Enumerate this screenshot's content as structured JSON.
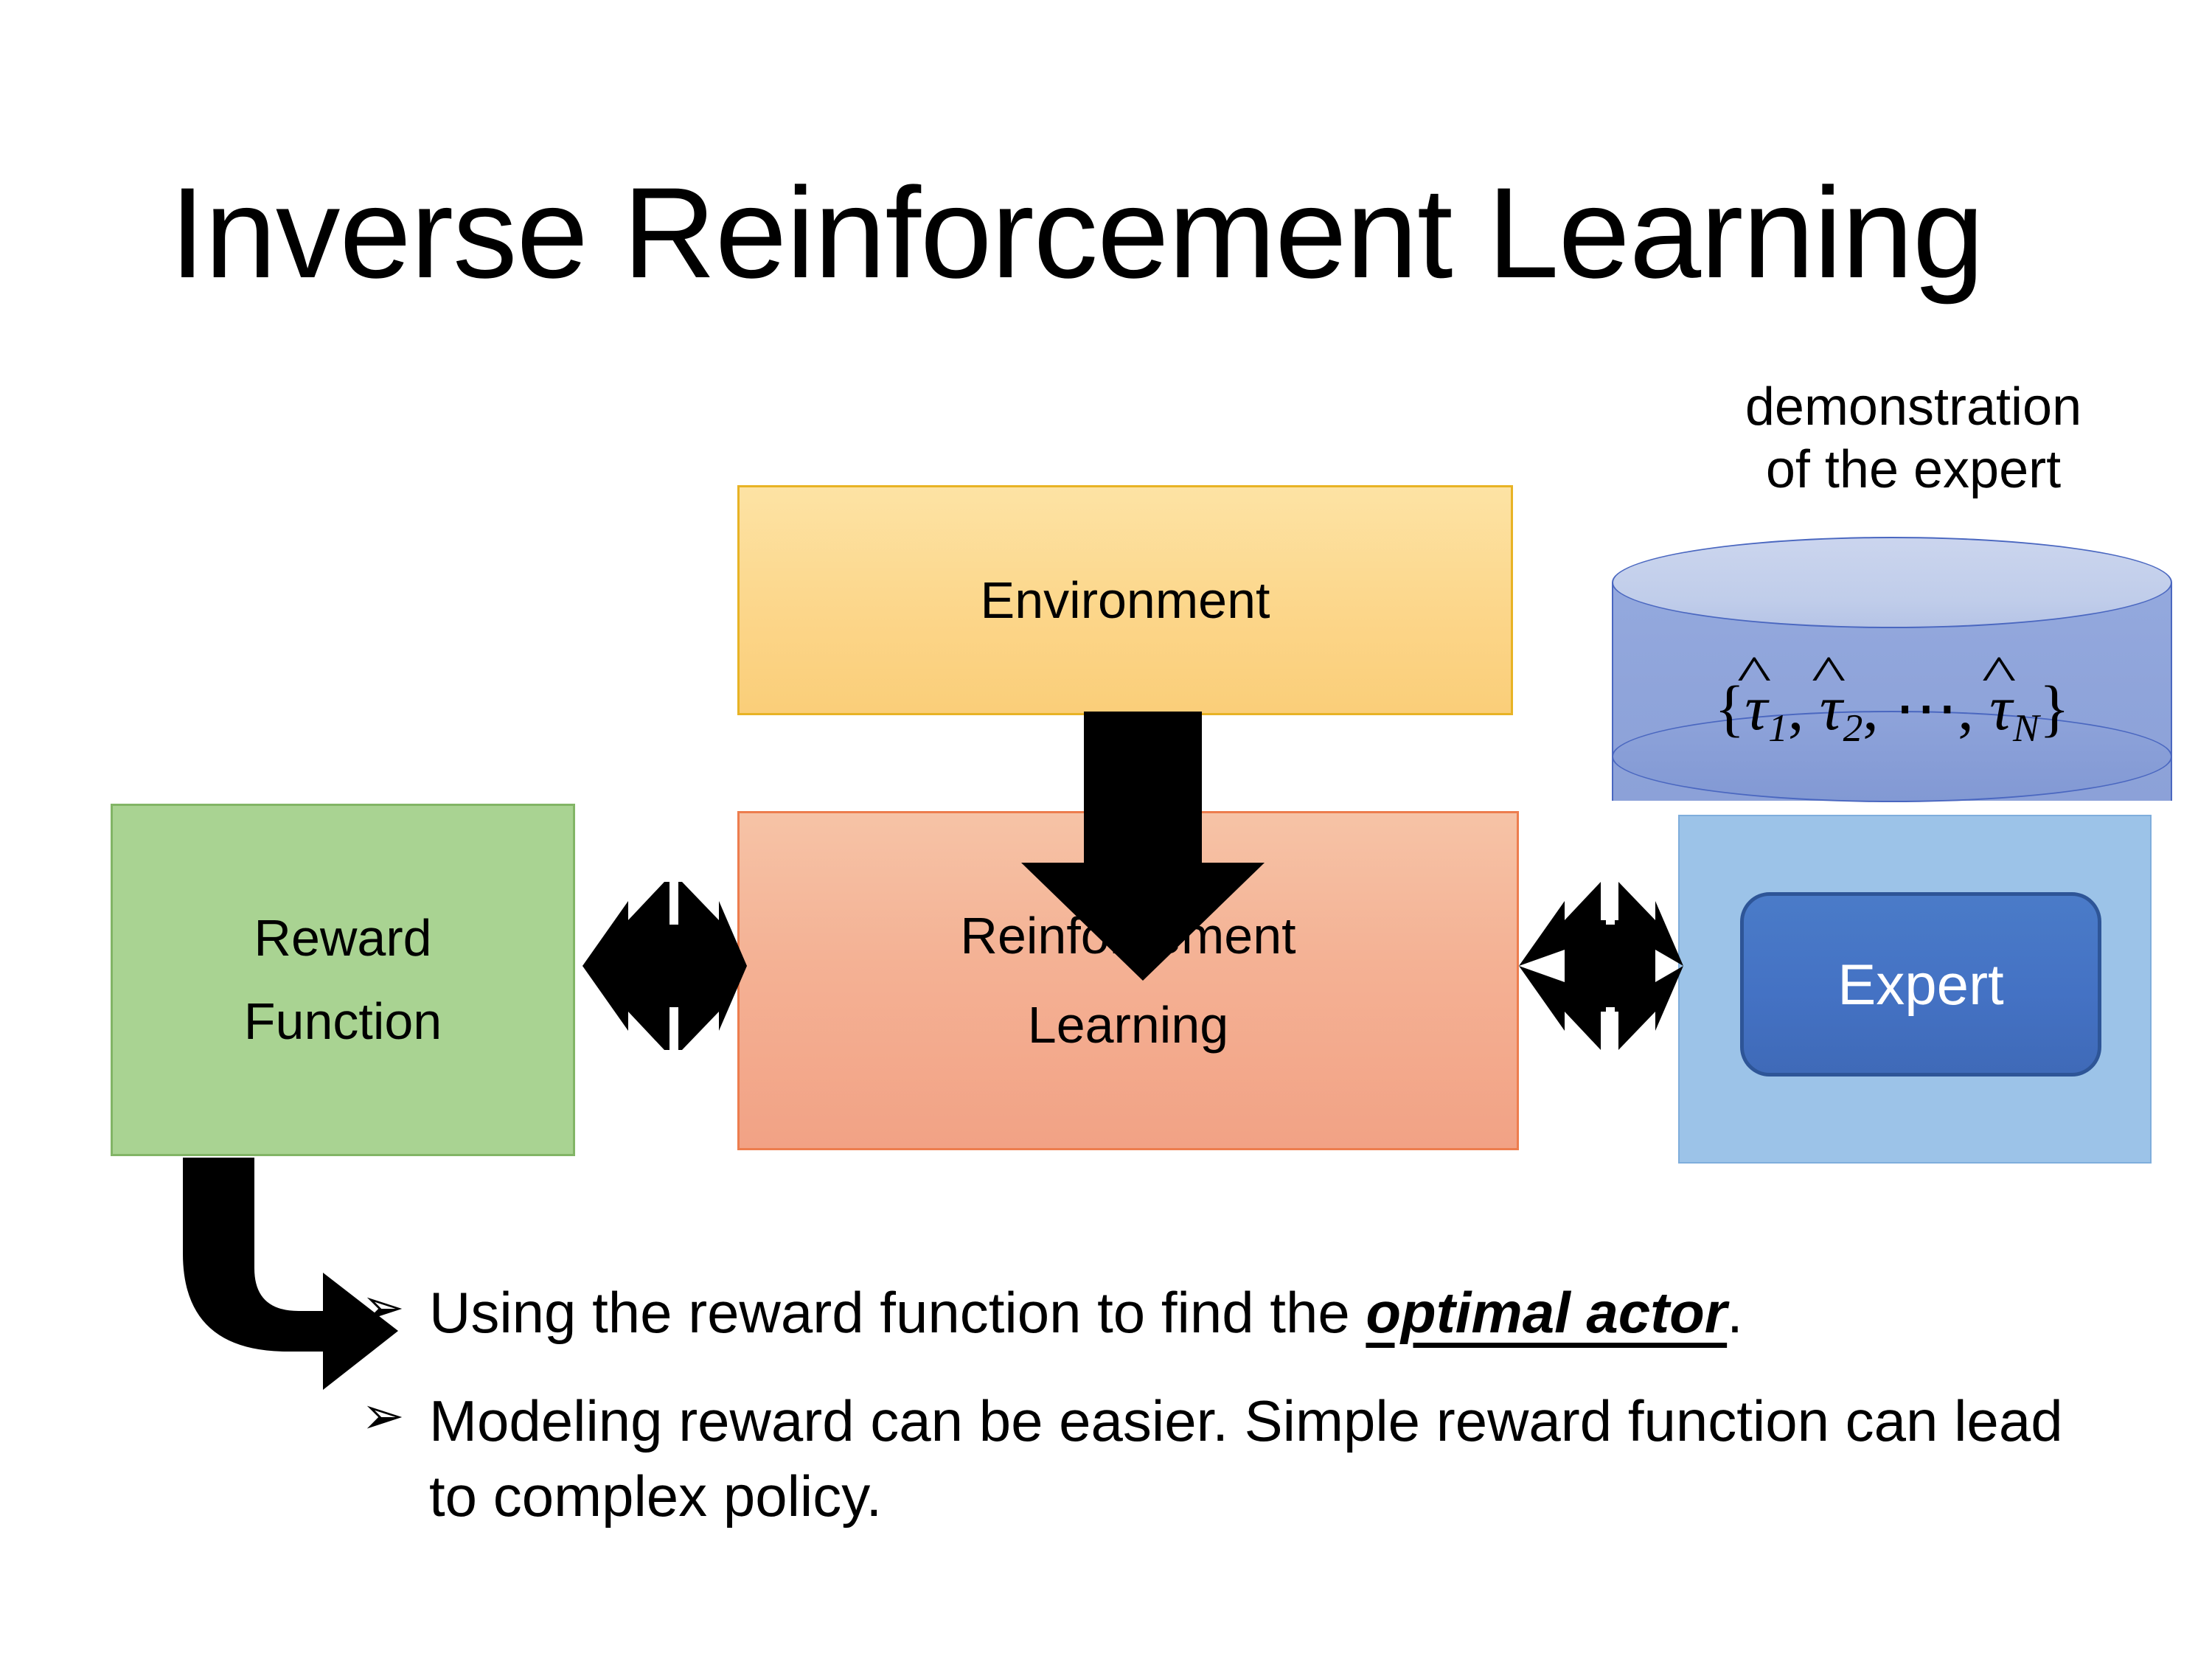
{
  "slide": {
    "title": "Inverse Reinforcement Learning",
    "background": "#FFFFFF"
  },
  "diagram": {
    "environment": {
      "label": "Environment",
      "fill": "#FCD588",
      "border": "#E8B325"
    },
    "reinforcement_learning": {
      "label_line1": "Reinforcement",
      "label_line2": "Learning",
      "fill": "#F4B194",
      "border": "#ED7D4E"
    },
    "reward_function": {
      "label_line1": "Reward",
      "label_line2": "Function",
      "fill": "#A9D392",
      "border": "#82B566"
    },
    "demonstration": {
      "caption_line1": "demonstration",
      "caption_line2": "of the expert",
      "cylinder_label_open": "{",
      "cylinder_tau": "τ",
      "cylinder_sub1": "1",
      "cylinder_sub2": "2",
      "cylinder_ellipsis": "⋯",
      "cylinder_subN": "N",
      "cylinder_label_close": "}",
      "cylinder_label_plain": "{τ̂1, τ̂2, ⋯, τ̂N}",
      "cylinder_fill": "#8FA4DA",
      "cylinder_top_fill": "#C0CDEA",
      "cylinder_stroke": "#4A67C0"
    },
    "expert": {
      "label": "Expert",
      "fill": "#4472C4",
      "border": "#2E5597",
      "text_color": "#FFFFFF",
      "panel_fill": "#9CC3E8"
    },
    "connectors": {
      "env_to_rl": "down-block-arrow",
      "reward_to_rl": "quad-double-arrow",
      "rl_to_expert": "quad-double-arrow",
      "reward_to_bullets": "elbow-arrow",
      "arrow_color": "#000000"
    }
  },
  "bullets": {
    "marker": "➢",
    "items": [
      {
        "prefix": "Using the reward function to find the ",
        "emphasis": "optimal actor",
        "suffix": "."
      },
      {
        "prefix": "Modeling reward can be easier. Simple reward function can lead to complex policy.",
        "emphasis": "",
        "suffix": ""
      }
    ]
  }
}
